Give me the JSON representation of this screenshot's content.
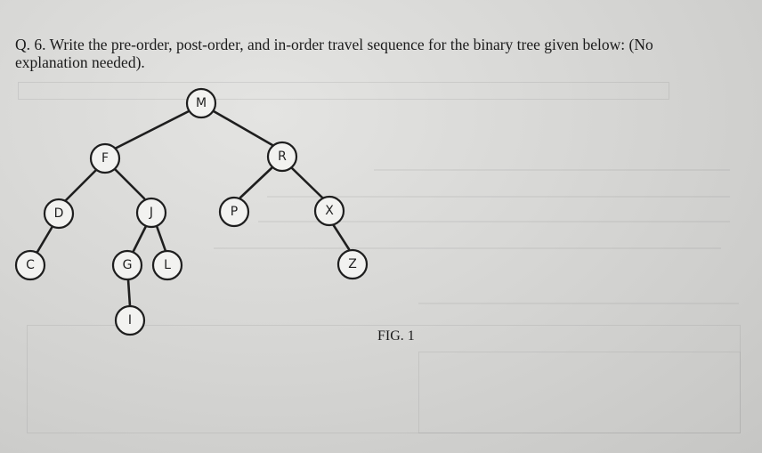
{
  "question": {
    "line1": "Q. 6. Write the pre-order, post-order, and in-order travel sequence for the binary tree given below: (No",
    "line2": "explanation needed)."
  },
  "figure": {
    "caption": "FIG. 1",
    "nodes": {
      "M": "M",
      "F": "F",
      "R": "R",
      "D": "D",
      "J": "J",
      "P": "P",
      "X": "X",
      "C": "C",
      "G": "G",
      "L": "L",
      "Z": "Z",
      "I": "I"
    }
  }
}
